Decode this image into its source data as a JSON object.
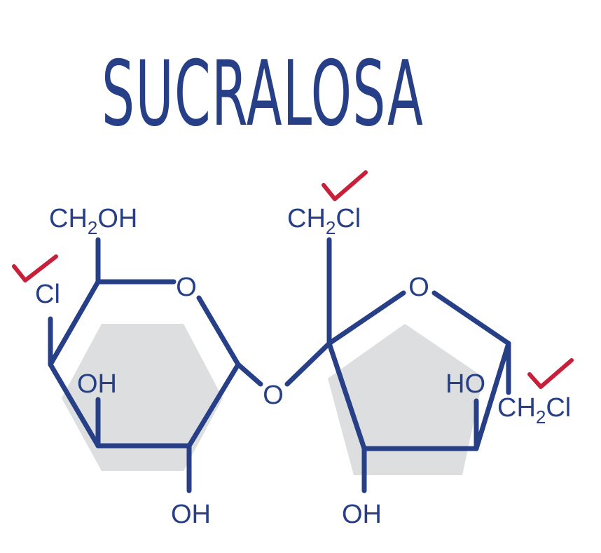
{
  "title": "SUCRALOSA",
  "colors": {
    "bond": "#263f86",
    "text": "#263f86",
    "ring_fill": "#dcdee0",
    "check": "#c8203a",
    "background": "#ffffff"
  },
  "labels": {
    "ch2oh": {
      "main": "CH",
      "sub": "2",
      "tail": "OH"
    },
    "cl_glucose": "Cl",
    "o_ring1": "O",
    "oh_ring1_inner": "OH",
    "oh_ring1_bottom": "OH",
    "o_bridge": "O",
    "ch2cl_top": {
      "main": "CH",
      "sub": "2",
      "tail": "Cl"
    },
    "o_ring2": "O",
    "ho_ring2": "HO",
    "ch2cl_right": {
      "main": "CH",
      "sub": "2",
      "tail": "Cl"
    },
    "oh_ring2_bottom": "OH"
  },
  "icons": [
    "check-icon",
    "check-icon",
    "check-icon"
  ]
}
